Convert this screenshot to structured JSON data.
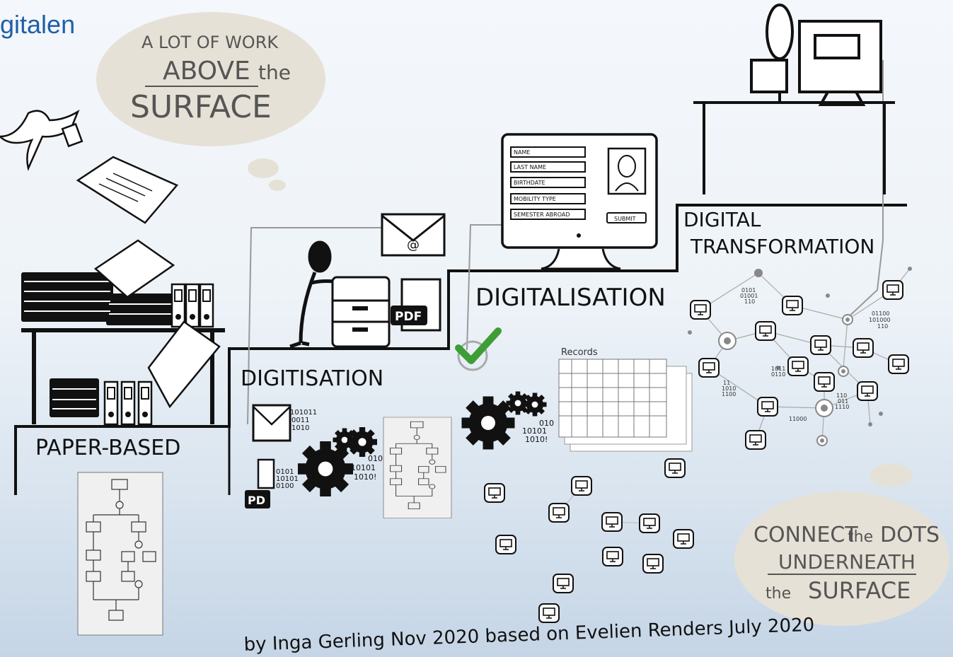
{
  "header": {
    "title_fragment": "gitalen"
  },
  "bubbles": {
    "above": {
      "line1": "A LOT OF WORK",
      "line2a": "ABOVE",
      "line2b": "the",
      "line3": "SURFACE"
    },
    "below": {
      "line1a": "CONNECT",
      "line1b": "the",
      "line1c": "DOTS",
      "line2": "UNDERNEATH",
      "line3a": "the",
      "line3b": "SURFACE"
    }
  },
  "stages": {
    "paper": "PAPER-BASED",
    "digitisation": "DIGITISATION",
    "digitalisation": "DIGITALISATION",
    "transformation_1": "DIGITAL",
    "transformation_2": "TRANSFORMATION"
  },
  "form": {
    "fields": [
      "NAME",
      "LAST NAME",
      "BIRTHDATE",
      "MOBILITY TYPE",
      "SEMESTER ABROAD"
    ],
    "submit": "SUBMIT"
  },
  "icons": {
    "pdf": "PDF",
    "email": "@",
    "records": "Records"
  },
  "binary": {
    "d1": [
      "101011",
      "0011",
      "1010"
    ],
    "d2": [
      "010",
      "10101",
      "1010!"
    ],
    "d3": [
      "0101",
      "10101",
      "0100"
    ],
    "d4": [
      "010",
      "10101",
      "1010!"
    ],
    "t1": [
      "0101",
      "01001",
      "110"
    ],
    "t2": [
      "01100",
      "101000",
      "110"
    ],
    "t3": [
      "1011",
      "0110"
    ],
    "t4": [
      "11",
      "1010",
      "1100"
    ],
    "t5": [
      "110",
      "011",
      "1110"
    ],
    "t6": [
      "11000"
    ]
  },
  "credit": "by Inga Gerling Nov 2020 based on Evelien Renders July 2020",
  "colors": {
    "accent_green": "#3e9d35",
    "title_blue": "#1f5fa8",
    "ink": "#111111",
    "bubble": "#e6e1d6"
  }
}
